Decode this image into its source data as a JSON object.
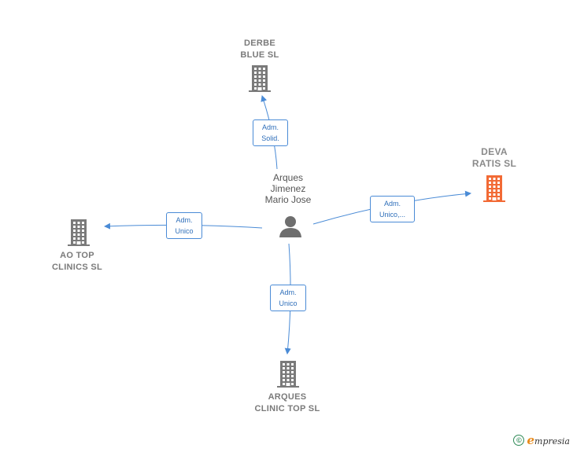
{
  "center": {
    "name_lines": [
      "Arques",
      "Jimenez",
      "Mario Jose"
    ]
  },
  "companies": {
    "derbe": {
      "lines": [
        "DERBE",
        "BLUE  SL"
      ],
      "color": "#7a7a7a"
    },
    "deva": {
      "lines": [
        "DEVA",
        "RATIS  SL"
      ],
      "color": "#f26a35"
    },
    "aotop": {
      "lines": [
        "AO TOP",
        "CLINICS  SL"
      ],
      "color": "#7a7a7a"
    },
    "arques": {
      "lines": [
        "ARQUES",
        "CLINIC TOP  SL"
      ],
      "color": "#7a7a7a"
    }
  },
  "edges": {
    "derbe": [
      "Adm.",
      "Solid."
    ],
    "deva": [
      "Adm.",
      "Unico,..."
    ],
    "aotop": [
      "Adm.",
      "Unico"
    ],
    "arques": [
      "Adm.",
      "Unico"
    ]
  },
  "colors": {
    "edge": "#4a8bd6",
    "building": "#7a7a7a",
    "focus_building": "#f26a35",
    "person": "#6e6e6e"
  },
  "footer": {
    "copyright": "©",
    "brand_initial": "e",
    "brand_rest": "mpresia"
  }
}
